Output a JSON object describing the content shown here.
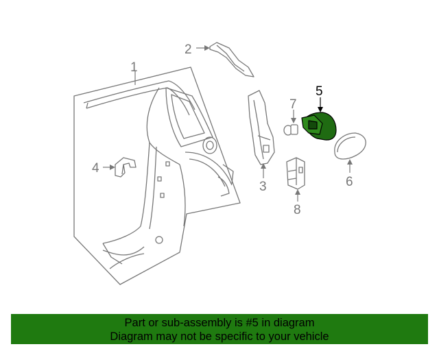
{
  "diagram": {
    "callouts": [
      "1",
      "2",
      "3",
      "4",
      "5",
      "6",
      "7",
      "8"
    ],
    "highlighted_callout": "5",
    "colors": {
      "line": "#777777",
      "highlight_fill": "#1f6b12",
      "highlight_label": "#000000",
      "background": "#ffffff"
    }
  },
  "banner": {
    "line1": "Part or sub-assembly is #5 in diagram",
    "line2": "Diagram may not be specific to your vehicle",
    "background": "#1f7a10"
  }
}
